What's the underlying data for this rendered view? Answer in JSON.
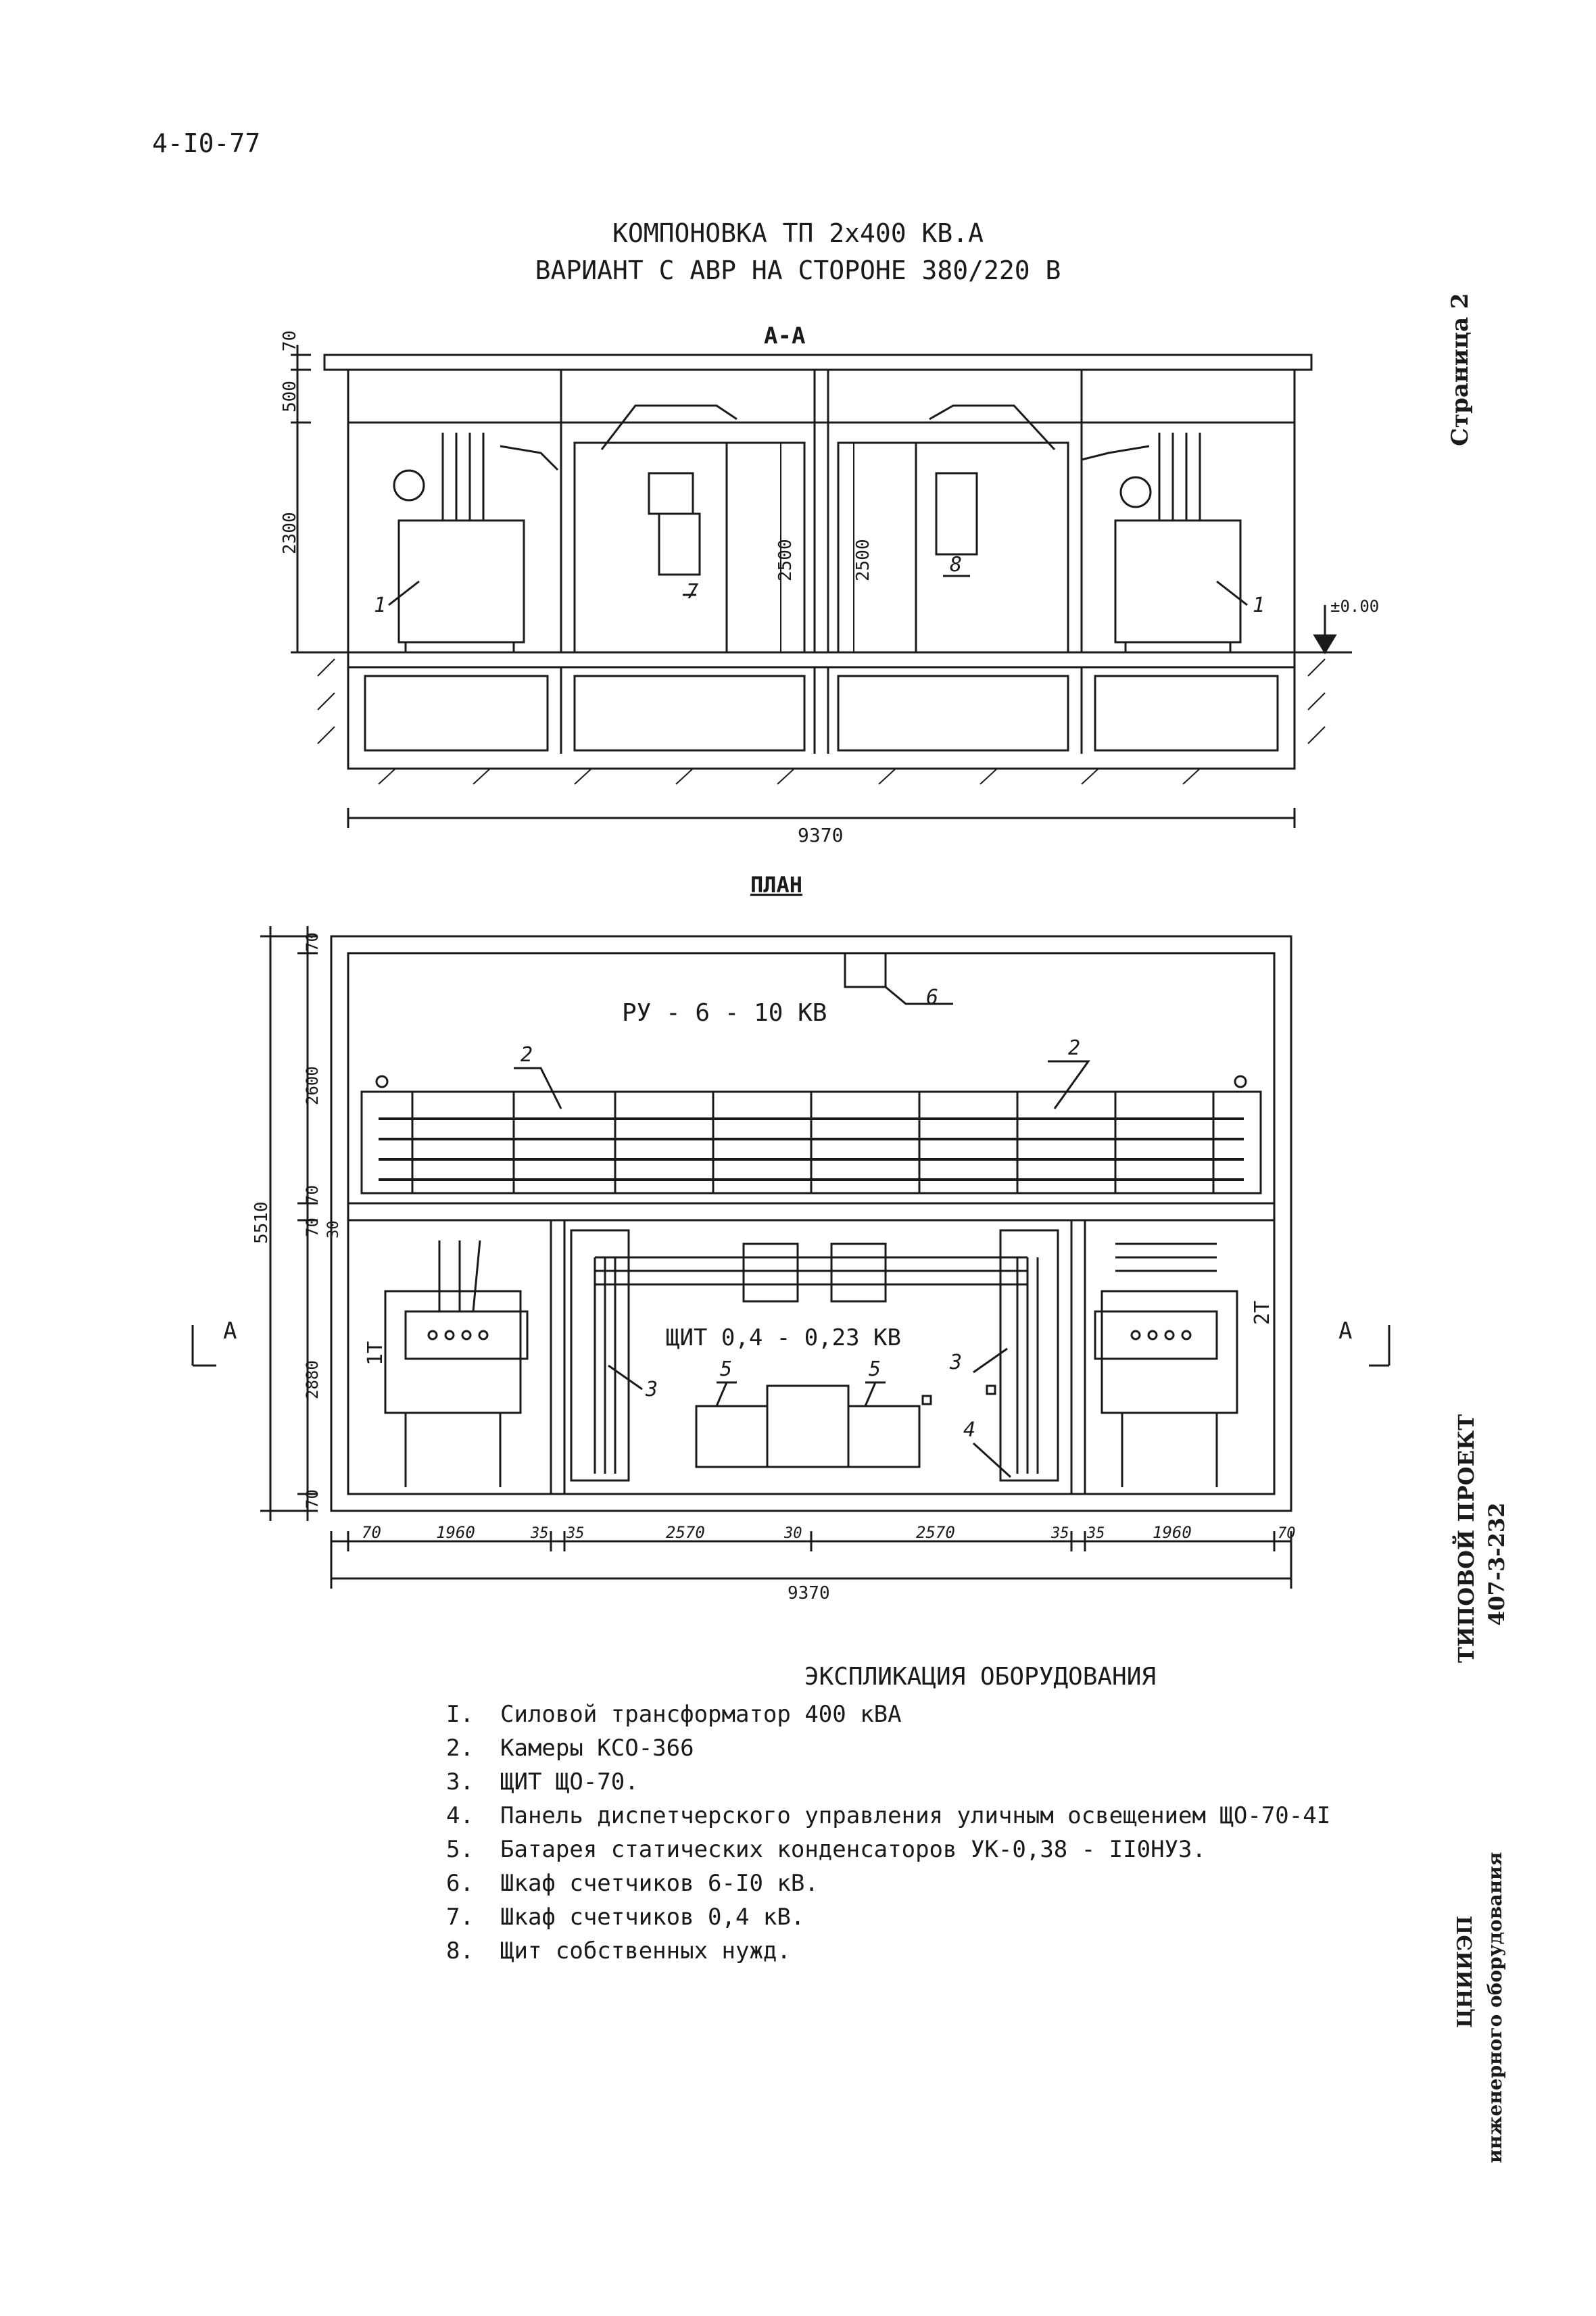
{
  "page": {
    "sheet_code": "4-I0-77",
    "title_line1": "КОМПОНОВКА ТП 2х400 КВ.А",
    "title_line2": "ВАРИАНТ С АВР НА СТОРОНЕ 380/220 В",
    "page_label": "Страница 2",
    "project_line1": "ТИПОВОЙ ПРОЕКТ",
    "project_line2": "407-3-232",
    "org_line1": "ЦНИИЭП",
    "org_line2": "инженерного оборудования"
  },
  "section": {
    "label": "А-А",
    "dims": {
      "top": "70",
      "upper": "500",
      "height": "2300",
      "cab1": "2500",
      "cab2": "2500",
      "width": "9370",
      "level": "±0.00"
    },
    "callouts": [
      "1",
      "7",
      "8",
      "1"
    ]
  },
  "plan": {
    "label": "ПЛАН",
    "room_top": "РУ - 6 - 10 КВ",
    "room_bottom": "ЩИТ 0,4 - 0,23 КВ",
    "left_dims": [
      "70",
      "2600",
      "70",
      "70",
      "30",
      "2880",
      "70"
    ],
    "total_height": "5510",
    "bottom_dims": [
      "70",
      "1960",
      "35",
      "35",
      "2570",
      "30",
      "2570",
      "35",
      "35",
      "1960",
      "70"
    ],
    "total_width": "9370",
    "section_marker": "А",
    "transformer_left": "1Т",
    "transformer_right": "2Т",
    "callouts": [
      "6",
      "2",
      "2",
      "3",
      "5",
      "5",
      "3",
      "4"
    ]
  },
  "legend": {
    "title": "ЭКСПЛИКАЦИЯ ОБОРУДОВАНИЯ",
    "items": [
      {
        "num": "I.",
        "text": "Силовой трансформатор 400 кВА"
      },
      {
        "num": "2.",
        "text": "Камеры КСО-366"
      },
      {
        "num": "3.",
        "text": "ЩИТ ЩО-70."
      },
      {
        "num": "4.",
        "text": "Панель диспетчерского управления уличным освещением ЩО-70-4I"
      },
      {
        "num": "5.",
        "text": "Батарея статических конденсаторов УК-0,38 - II0НУЗ."
      },
      {
        "num": "6.",
        "text": "Шкаф счетчиков 6-I0 кВ."
      },
      {
        "num": "7.",
        "text": "Шкаф счетчиков 0,4 кВ."
      },
      {
        "num": "8.",
        "text": "Щит собственных нужд."
      }
    ]
  }
}
